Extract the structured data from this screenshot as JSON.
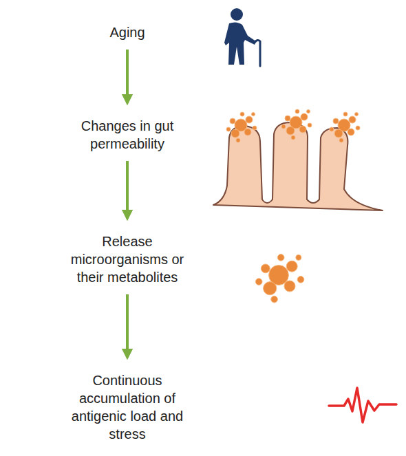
{
  "diagram": {
    "nodes": [
      {
        "text": [
          "Aging"
        ]
      },
      {
        "text": [
          "Changes in gut permeability"
        ]
      },
      {
        "text": [
          "Release microorganisms or their metabolites"
        ]
      },
      {
        "text": [
          "Continuous accumulation of antigenic load and stress"
        ]
      }
    ],
    "edges": [
      {
        "from": 0,
        "to": 1,
        "arrow": "to"
      },
      {
        "from": 1,
        "to": 2,
        "arrow": "to"
      },
      {
        "from": 2,
        "to": 3,
        "arrow": "to"
      }
    ]
  }
}
